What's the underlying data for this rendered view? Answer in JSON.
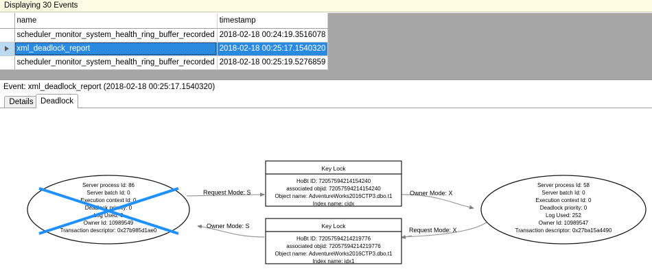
{
  "banner": {
    "text": "Displaying 30 Events"
  },
  "grid": {
    "columns": [
      "",
      "name",
      "timestamp"
    ],
    "rows": [
      {
        "selected": false,
        "name": "scheduler_monitor_system_health_ring_buffer_recorded",
        "timestamp": "2018-02-18 00:24:19.3516078"
      },
      {
        "selected": true,
        "name": "xml_deadlock_report",
        "timestamp": "2018-02-18 00:25:17.1540320"
      },
      {
        "selected": false,
        "name": "scheduler_monitor_system_health_ring_buffer_recorded",
        "timestamp": "2018-02-18 00:25:19.5276859"
      }
    ],
    "selection_color": "#2a8ae0"
  },
  "event_header": {
    "text": "Event: xml_deadlock_report (2018-02-18 00:25:17.1540320)"
  },
  "tabs": [
    {
      "label": "Details",
      "active": false
    },
    {
      "label": "Deadlock",
      "active": true
    }
  ],
  "deadlock": {
    "victim_color": "#1e90ff",
    "processes": [
      {
        "id": "process-left",
        "victim": true,
        "lines": [
          "Server process Id: 86",
          "Server batch Id: 0",
          "Execution context Id: 0",
          "Deadlock priority: 0",
          "Log Used: 0",
          "Owner Id: 10989549",
          "Transaction descriptor: 0x27b985d1ae0"
        ]
      },
      {
        "id": "process-right",
        "victim": false,
        "lines": [
          "Server process Id: 58",
          "Server batch Id: 0",
          "Execution context Id: 0",
          "Deadlock priority: 0",
          "Log Used: 252",
          "Owner Id: 10989547",
          "Transaction descriptor: 0x27ba15a4490"
        ]
      }
    ],
    "resources": [
      {
        "id": "keylock-top",
        "title": "Key Lock",
        "lines": [
          "HoBt ID: 72057594214154240",
          "associated objid: 72057594214154240",
          "Object name: AdventureWorks2016CTP3.dbo.t1",
          "Index name: cidx"
        ]
      },
      {
        "id": "keylock-bottom",
        "title": "Key Lock",
        "lines": [
          "HoBt ID: 72057594214219776",
          "associated objid: 72057594214219776",
          "Object name: AdventureWorks2016CTP3.dbo.t1",
          "Index name: idx1"
        ]
      }
    ],
    "edges": [
      {
        "id": "edge-left-request",
        "label": "Request Mode: S"
      },
      {
        "id": "edge-right-owner",
        "label": "Owner Mode: X"
      },
      {
        "id": "edge-left-owner",
        "label": "Owner Mode: S"
      },
      {
        "id": "edge-right-request",
        "label": "Request Mode: X"
      }
    ]
  }
}
